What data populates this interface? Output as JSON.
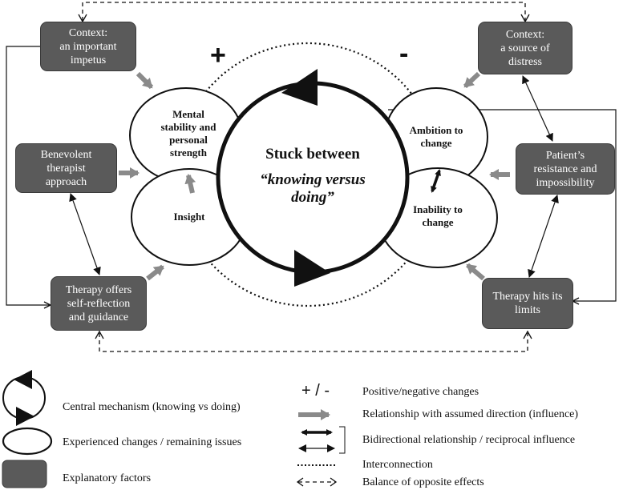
{
  "boxes": {
    "context_impetus": [
      "Context:",
      "an important",
      "impetus"
    ],
    "benevolent": [
      "Benevolent",
      "therapist",
      "approach"
    ],
    "self_reflection": [
      "Therapy offers",
      "self-reflection",
      "and guidance"
    ],
    "context_distress": [
      "Context:",
      "a source of",
      "distress"
    ],
    "resistance": [
      "Patient’s",
      "resistance and",
      "impossibility"
    ],
    "limits": [
      "Therapy hits its",
      "limits"
    ]
  },
  "ellipses": {
    "mental_stability": [
      "Mental",
      "stability and",
      "personal",
      "strength"
    ],
    "insight": [
      "Insight"
    ],
    "ambition": [
      "Ambition to",
      "change"
    ],
    "inability": [
      "Inability to",
      "change"
    ]
  },
  "center": {
    "title": "Stuck between",
    "subtitle": [
      "“knowing versus",
      "doing”"
    ]
  },
  "signs": {
    "plus": "+",
    "minus": "-"
  },
  "legend": {
    "pm_symbol": "+ / -",
    "items": [
      "Central mechanism (knowing vs doing)",
      "Experienced changes / remaining issues",
      "Explanatory factors",
      "Positive/negative changes",
      "Relationship with assumed direction (influence)",
      "Bidirectional relationship / reciprocal influence",
      "Interconnection",
      "Balance of opposite effects"
    ]
  }
}
